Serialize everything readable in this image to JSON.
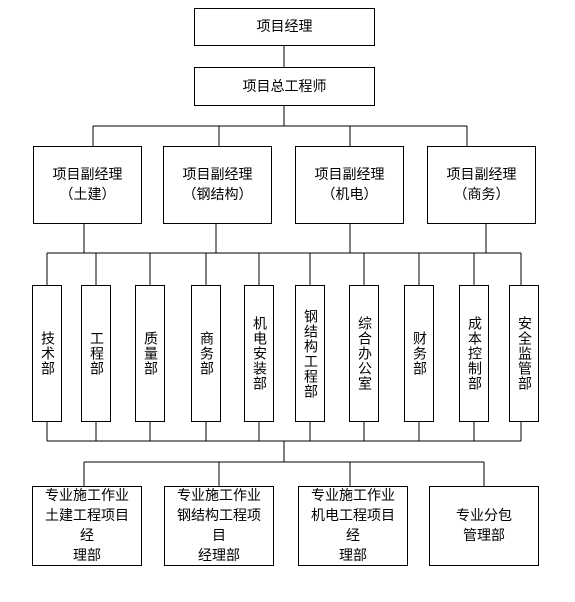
{
  "top": {
    "label": "项目经理"
  },
  "chief_engineer": {
    "label": "项目总工程师"
  },
  "deputies": [
    {
      "label": "项目副经理\n（土建）"
    },
    {
      "label": "项目副经理\n（钢结构）"
    },
    {
      "label": "项目副经理\n（机电）"
    },
    {
      "label": "项目副经理\n（商务）"
    }
  ],
  "departments": [
    {
      "label": "技术部"
    },
    {
      "label": "工程部"
    },
    {
      "label": "质量部"
    },
    {
      "label": "商务部"
    },
    {
      "label": "机电安装部"
    },
    {
      "label": "钢结构工程部"
    },
    {
      "label": "综合办公室"
    },
    {
      "label": "财务部"
    },
    {
      "label": "成本控制部"
    },
    {
      "label": "安全监管部"
    }
  ],
  "subprojects": [
    {
      "label": "专业施工作业\n土建工程项目经\n理部"
    },
    {
      "label": "专业施工作业\n钢结构工程项目\n经理部"
    },
    {
      "label": "专业施工作业\n机电工程项目经\n理部"
    },
    {
      "label": "专业分包\n管理部"
    }
  ]
}
